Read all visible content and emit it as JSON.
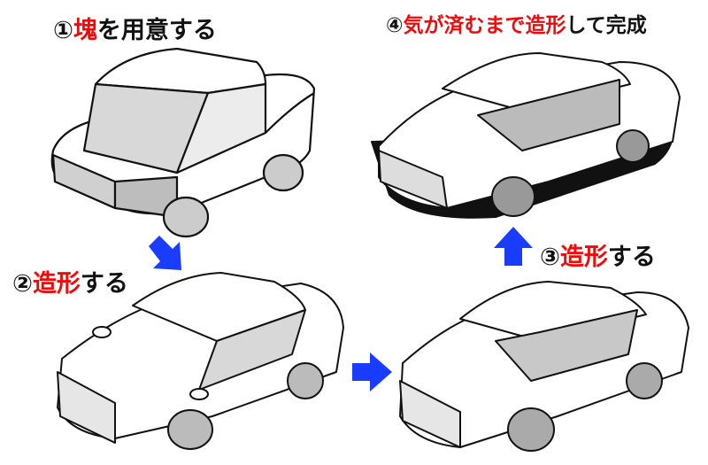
{
  "steps": [
    {
      "num": "①",
      "highlight": "塊",
      "rest": "を用意する"
    },
    {
      "num": "②",
      "highlight": "造形",
      "rest": "する"
    },
    {
      "num": "③",
      "highlight": "造形",
      "rest": "する"
    },
    {
      "num": "④",
      "highlight": "気が済むまで造形",
      "rest": "して完成"
    }
  ],
  "colors": {
    "arrow": "#1a3cff",
    "highlight": "#f00a0a",
    "shade": "#d4d4d4"
  }
}
